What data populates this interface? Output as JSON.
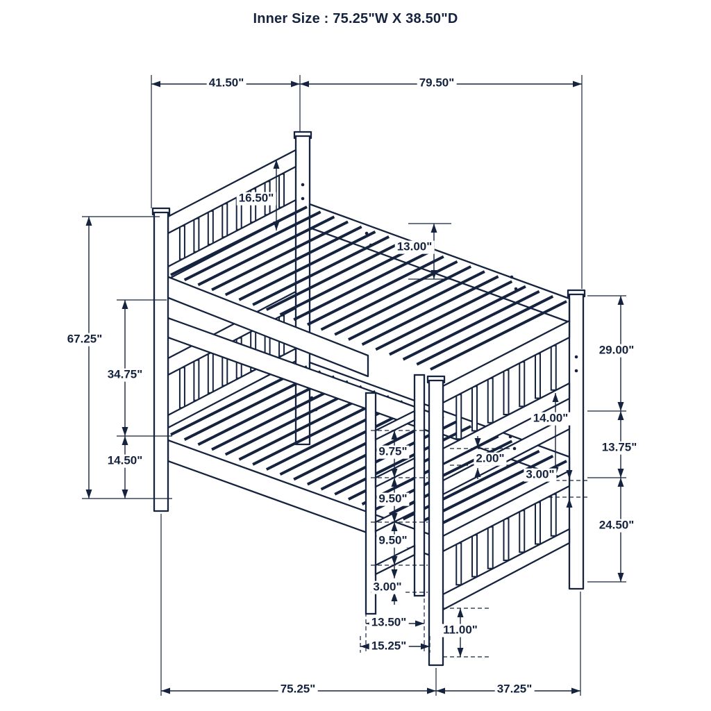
{
  "title": "Inner Size : 75.25\"W X  38.50\"D",
  "colors": {
    "line": "#15233f",
    "background": "#ffffff"
  },
  "dims": {
    "top_width": "41.50\"",
    "top_length": "79.50\"",
    "headboard_panel": "16.50\"",
    "rail_height": "13.00\"",
    "overall_height": "67.25\"",
    "upper_section": "34.75\"",
    "under_clearance": "14.50\"",
    "foot_upper_height": "29.00\"",
    "foot_opening": "14.00\"",
    "slat_thickness": "2.00\"",
    "board_thickness": "3.00\"",
    "foot_mid_height": "13.75\"",
    "foot_lower_height": "24.50\"",
    "ladder_step_top": "9.75\"",
    "ladder_step_mid": "9.50\"",
    "ladder_step_lower": "9.50\"",
    "ladder_bottom": "3.00\"",
    "ladder_inner_width": "13.50\"",
    "ladder_outer_width": "15.25\"",
    "foot_floor_clearance": "11.00\"",
    "base_length": "75.25\"",
    "base_depth": "37.25\""
  }
}
